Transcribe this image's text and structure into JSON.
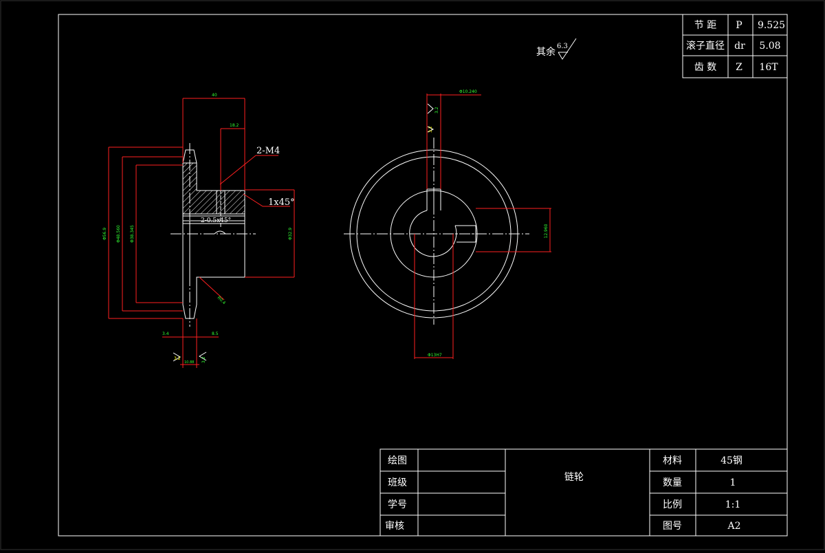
{
  "chain_params": {
    "rows": [
      {
        "name": "节  距",
        "symbol": "P",
        "value": "9.525"
      },
      {
        "name": "滚子直径",
        "symbol": "dr",
        "value": "5.08"
      },
      {
        "name": "齿  数",
        "symbol": "Z",
        "value": "16T"
      }
    ]
  },
  "surface_note": {
    "label": "其余",
    "value": "6.3"
  },
  "side_view": {
    "dims": {
      "width_top": "40",
      "hub_len": "18.2",
      "od": "Φ56.9",
      "d_root": "Φ48.560",
      "d_inner": "Φ38.345",
      "hub_dia": "Φ32.9",
      "tooth_w": "3.4",
      "hub_off": "8.5",
      "bottom_w": "10.88",
      "fillet": "R0.4",
      "rough_a": "3.2",
      "rough_b": "3.2"
    },
    "notes": {
      "thread": "2-M4",
      "chamfer": "1x45°",
      "chamfer2": "2-0.5x45°"
    }
  },
  "front_view": {
    "dims": {
      "top": "Φ10.240",
      "right": "12.960",
      "bottom": "Φ13H7",
      "rough_a": "3.2",
      "rough_b": "3.2"
    }
  },
  "title_block": {
    "drawn_label": "绘图",
    "class_label": "班级",
    "student_label": "学号",
    "review_label": "审核",
    "part_name": "链轮",
    "material_label": "材料",
    "material_value": "45钢",
    "qty_label": "数量",
    "qty_value": "1",
    "scale_label": "比例",
    "scale_value": "1:1",
    "drawing_no_label": "图号",
    "drawing_no_value": "A2"
  },
  "colors": {
    "background": "#000000",
    "line": "#ffffff",
    "dimension": "#ff2020",
    "dim_text": "#33ff33",
    "marker": "#ffff00"
  }
}
